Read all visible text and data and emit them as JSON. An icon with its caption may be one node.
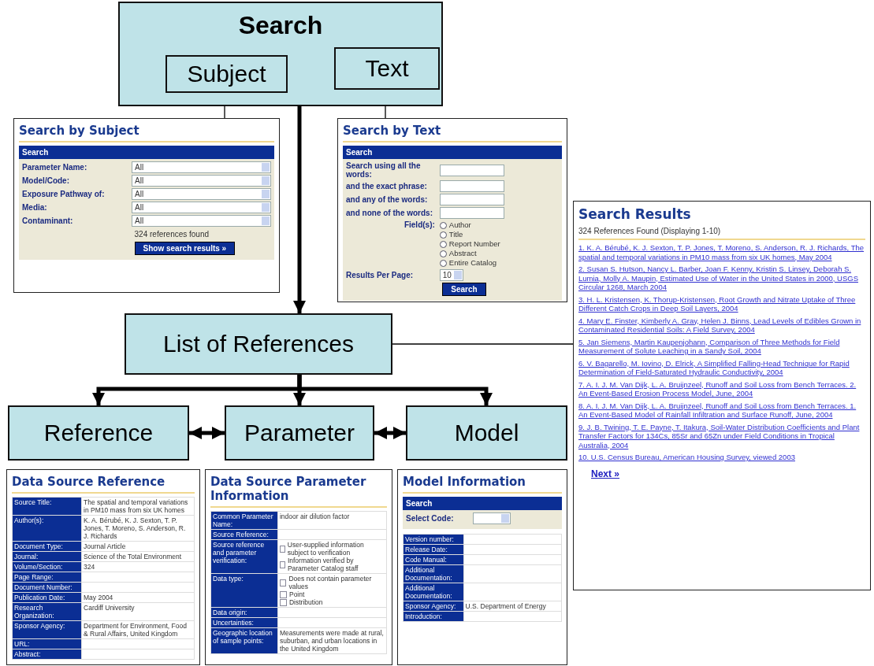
{
  "diagram": {
    "nodes": [
      {
        "text": [
          "Search"
        ]
      },
      {
        "text": [
          "Subject"
        ],
        "in": 0
      },
      {
        "text": [
          "Text"
        ],
        "in": 0
      },
      {
        "text": [
          "Search by Subject",
          "Search",
          "Parameter Name:",
          "All",
          "Model/Code:",
          "All",
          "Exposure Pathway of:",
          "All",
          "Media:",
          "All",
          "Contaminant:",
          "All",
          "324 references found",
          "Show search results »"
        ]
      },
      {
        "text": [
          "Search by Text",
          "Search",
          "Search using all the words:",
          "and the exact phrase:",
          "and any of the words:",
          "and none of the words:",
          "Field(s):",
          "Author",
          "Title",
          "Report Number",
          "Abstract",
          "Entire Catalog",
          "Results Per Page:",
          "10",
          "Search"
        ]
      },
      {
        "text": [
          "List of References"
        ]
      },
      {
        "text": [
          "Search Results",
          "324 References Found (Displaying 1-10)",
          "1. K. A. Bérubé, K. J. Sexton, T. P. Jones, T. Moreno, S. Anderson, R. J. Richards, The spatial and temporal variations in PM10 mass from six UK homes, May 2004",
          "2. Susan S. Hutson, Nancy L. Barber, Joan F. Kenny, Kristin S. Linsey, Deborah S. Lumia, Molly A. Maupin, Estimated Use of Water in the United States in 2000, USGS Circular 1268, March 2004",
          "3. H. L. Kristensen, K. Thorup-Kristensen, Root Growth and Nitrate Uptake of Three Different Catch Crops in Deep Soil Layers, 2004",
          "4. Mary E. Finster, Kimberly A. Gray, Helen J. Binns, Lead Levels of Edibles Grown in Contaminated Residential Soils: A Field Survey, 2004",
          "5. Jan Siemens, Martin Kaupenjohann, Comparison of Three Methods for Field Measurement of Solute Leaching in a Sandy Soil, 2004",
          "6. V. Bagarello, M. Iovino, D. Elrick, A Simplified Falling-Head Technique for Rapid Determination of Field-Saturated Hydraulic Conductivity, 2004",
          "7. A. I. J. M. Van Dijk, L. A. Bruijnzeel, Runoff and Soil Loss from Bench Terraces. 2. An Event-Based Erosion Process Model, June, 2004",
          "8. A. I. J. M. Van Dijk, L. A. Bruijnzeel, Runoff and Soil Loss from Bench Terraces. 1. An Event-Based Model of Rainfall Infiltration and Surface Runoff, June, 2004",
          "9. J. B. Twining, T. E. Payne, T. Itakura, Soil-Water Distribution Coefficients and Plant Transfer Factors for 134Cs, 85Sr and 65Zn under Field Conditions in Tropical Australia, 2004",
          "10. U.S. Census Bureau, American Housing Survey, viewed 2003",
          "Next »"
        ]
      },
      {
        "text": [
          "Reference"
        ]
      },
      {
        "text": [
          "Parameter"
        ]
      },
      {
        "text": [
          "Model"
        ]
      },
      {
        "text": [
          "Data Source Reference",
          "Source Title:",
          "The spatial and temporal variations in PM10 mass from six UK homes",
          "Author(s):",
          "K. A. Bérubé, K. J. Sexton, T. P. Jones, T. Moreno, S. Anderson, R. J. Richards",
          "Document Type:",
          "Journal Article",
          "Journal:",
          "Science of the Total Environment",
          "Volume/Section:",
          "324",
          "Page Range:",
          "Document Number:",
          "Publication Date:",
          "May 2004",
          "Research Organization:",
          "Cardiff University",
          "Sponsor Agency:",
          "Department for Environment, Food & Rural Affairs, United Kingdom",
          "URL:",
          "Abstract:"
        ]
      },
      {
        "text": [
          "Data Source Parameter Information",
          "Common Parameter Name:",
          "indoor air dilution factor",
          "Source Reference:",
          "Source reference and parameter verification:",
          "User-supplied information subject to verification",
          "Information verified by Parameter Catalog staff",
          "Data type:",
          "Does not contain parameter values",
          "Point",
          "Distribution",
          "Data origin:",
          "Uncertainties:",
          "Geographic location of sample points:",
          "Measurements were made at rural, suburban, and urban locations in the United Kingdom"
        ]
      },
      {
        "text": [
          "Model Information",
          "Search",
          "Select Code:",
          "Version number:",
          "Release Date:",
          "Code Manual:",
          "Additional Documentation:",
          "Additional Documentation:",
          "Sponsor Agency:",
          "U.S. Department of Energy",
          "Introduction:"
        ]
      }
    ],
    "edges": [
      {
        "from": 1,
        "to": 3,
        "arrow": "none"
      },
      {
        "from": 2,
        "to": 4,
        "arrow": "none"
      },
      {
        "from": 0,
        "to": 5,
        "arrow": "to"
      },
      {
        "from": 5,
        "to": 6,
        "arrow": "none"
      },
      {
        "from": 5,
        "to": 7,
        "arrow": "to"
      },
      {
        "from": 5,
        "to": 8,
        "arrow": "to"
      },
      {
        "from": 5,
        "to": 9,
        "arrow": "to"
      },
      {
        "from": 7,
        "to": 8,
        "arrow": "both"
      },
      {
        "from": 8,
        "to": 9,
        "arrow": "both"
      }
    ]
  }
}
